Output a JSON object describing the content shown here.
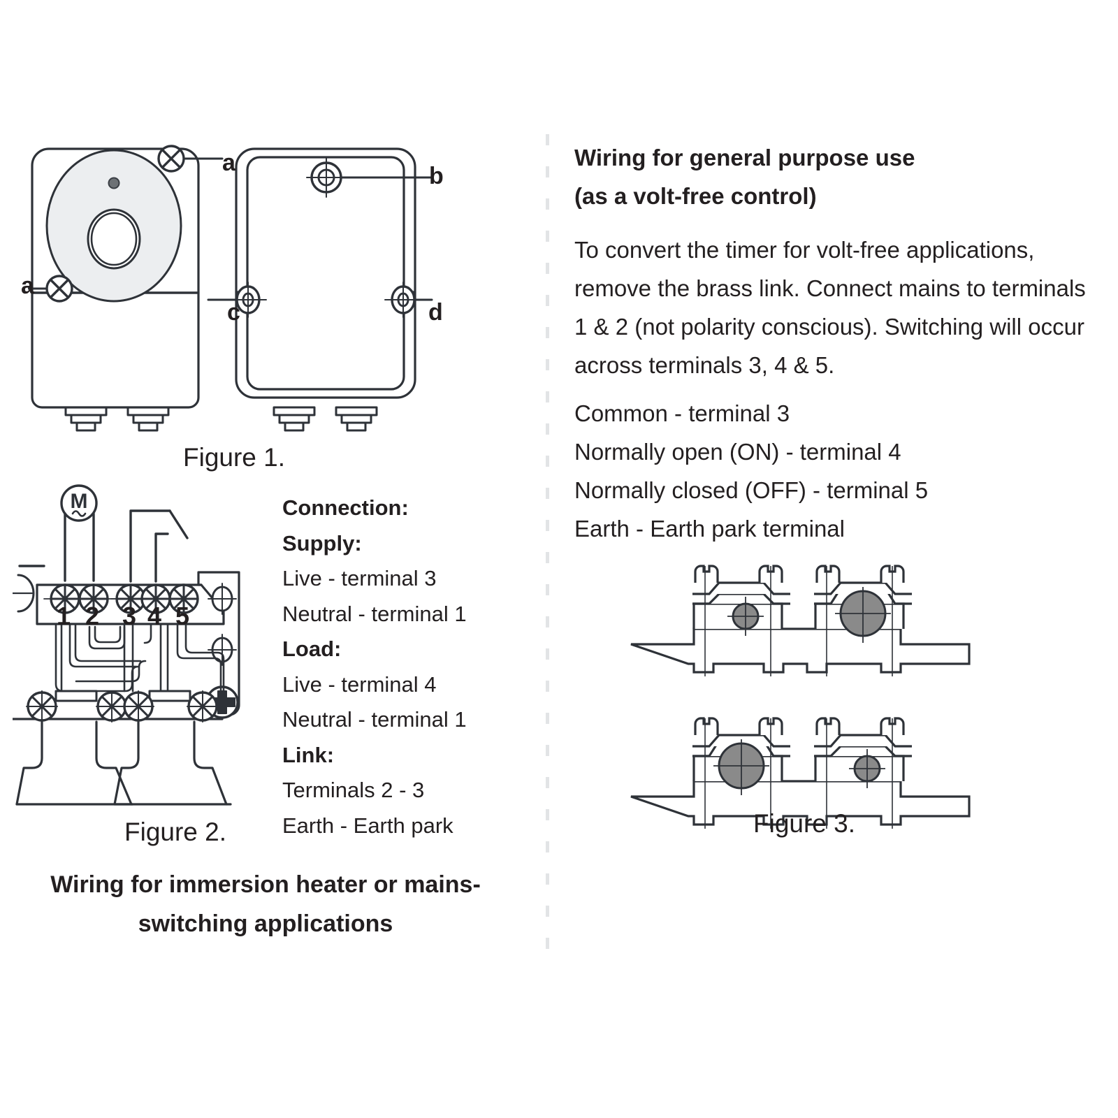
{
  "figure1": {
    "caption": "Figure 1.",
    "labels": {
      "a_top": "a",
      "a_left": "a",
      "b": "b",
      "c": "c",
      "d": "d"
    }
  },
  "figure2": {
    "caption": "Figure 2.",
    "motor_label": "M",
    "terminal_numbers": [
      "1",
      "2",
      "3",
      "4",
      "5"
    ],
    "bottom_title_line1": "Wiring for immersion heater or mains-",
    "bottom_title_line2": "switching applications"
  },
  "figure3": {
    "caption": "Figure 3."
  },
  "connection": {
    "heading": "Connection:",
    "supply_heading": "Supply:",
    "supply_live": "Live - terminal 3",
    "supply_neutral": "Neutral - terminal 1",
    "load_heading": "Load:",
    "load_live": "Live - terminal 4",
    "load_neutral": "Neutral - terminal 1",
    "link_heading": "Link:",
    "link_terminals": "Terminals 2 - 3",
    "earth": "Earth - Earth park"
  },
  "general_purpose": {
    "title_line1": "Wiring for general purpose use",
    "title_line2": "(as a volt-free control)",
    "paragraph_line1": "To convert the timer for volt-free applications,",
    "paragraph_line2": "remove the brass link.  Connect mains to terminals",
    "paragraph_line3": "1 & 2 (not polarity conscious).  Switching will occur",
    "paragraph_line4": "across terminals 3, 4 & 5.",
    "common": "Common - terminal 3",
    "normally_open": "Normally open (ON) - terminal 4",
    "normally_closed": "Normally closed (OFF) - terminal 5",
    "earth": "Earth - Earth park terminal"
  },
  "colors": {
    "line": "#2e3238",
    "text": "#231f20",
    "dial_fill": "#eceef0",
    "wire_fill": "#8a8a8a",
    "divider": "#e2e4e6"
  }
}
